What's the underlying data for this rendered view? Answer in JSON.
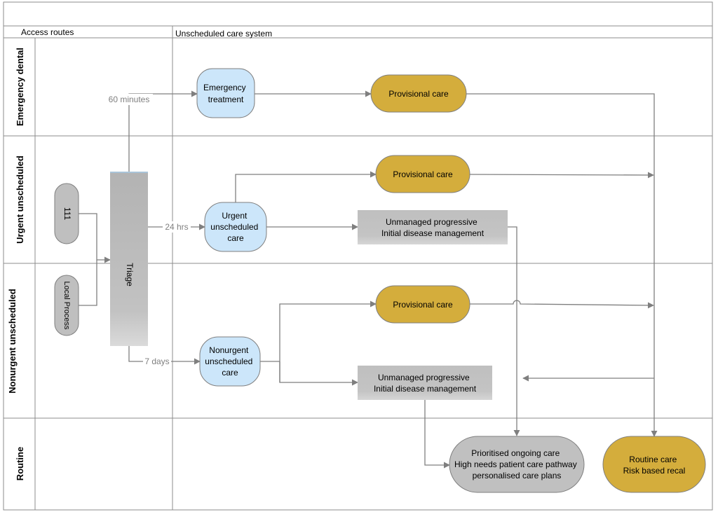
{
  "header": {
    "title": "",
    "access_routes": "Access routes",
    "unscheduled_system": "Unscheduled care system"
  },
  "lanes": {
    "emergency": "Emergency dental",
    "urgent": "Urgent unscheduled",
    "nonurgent": "Nonurgent unscheduled",
    "routine": "Routine"
  },
  "nodes": {
    "n111": "111",
    "local_process": "Local Process",
    "triage": "Triage",
    "emergency_treatment": [
      "Emergency",
      "treatment"
    ],
    "urgent_unscheduled_care": [
      "Urgent",
      "unscheduled",
      "care"
    ],
    "nonurgent_unscheduled_care": [
      "Nonurgent",
      "unscheduled",
      "care"
    ],
    "provisional_care_emergency": "Provisional care",
    "provisional_care_urgent": "Provisional care",
    "provisional_care_nonurgent": "Provisional care",
    "unmanaged_urgent": [
      "Unmanaged progressive",
      "Initial disease management"
    ],
    "unmanaged_nonurgent": [
      "Unmanaged progressive",
      "Initial disease management"
    ],
    "prioritised_care": [
      "Prioritised ongoing care",
      "High needs patient care pathway",
      "personalised care plans"
    ],
    "routine_care": [
      "Routine care",
      "Risk based recal"
    ]
  },
  "edge_labels": {
    "sixty_minutes": "60 minutes",
    "twentyfour_hrs": "24 hrs",
    "seven_days": "7 days"
  },
  "colors": {
    "blue_fill": "#cce6fa",
    "gold_fill": "#d4ad3c",
    "gray_fill": "#c0c0c0",
    "triage_fill": "#bdbdbd",
    "line": "#7f7f7f"
  }
}
